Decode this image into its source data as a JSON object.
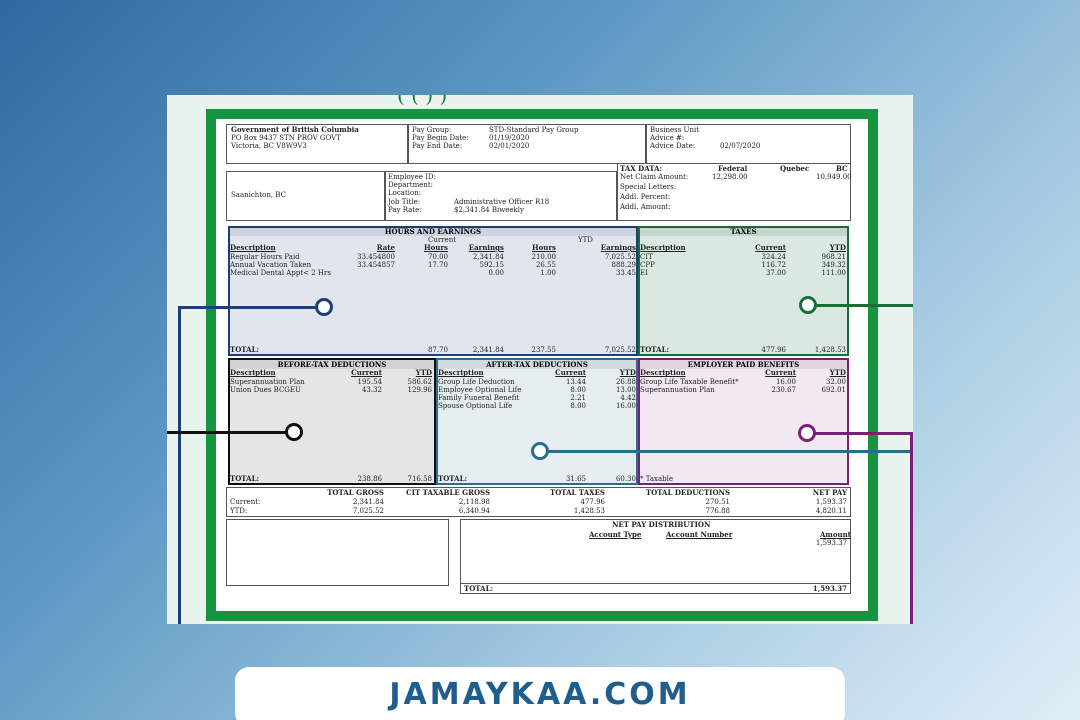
{
  "employer": {
    "name": "Government of British Columbia",
    "address1": "PO Box 9437 STN PROV GOVT",
    "address2": "Victoria, BC  V8W9V3"
  },
  "pay_info": {
    "pay_group_label": "Pay Group:",
    "pay_group": "STD-Standard Pay Group",
    "begin_label": "Pay Begin Date:",
    "begin": "01/19/2020",
    "end_label": "Pay End Date:",
    "end": "02/01/2020"
  },
  "business": {
    "unit_label": "Business Unit",
    "advice_no_label": "Advice #:",
    "advice_date_label": "Advice Date:",
    "advice_date": "02/07/2020"
  },
  "employee": {
    "city": "Saanichton, BC",
    "id_label": "Employee ID:",
    "dept_label": "Department:",
    "loc_label": "Location:",
    "job_label": "Job Title:",
    "job": "Administrative Officer R18",
    "rate_label": "Pay Rate:",
    "rate": "$2,341.84 Biweekly"
  },
  "tax_data": {
    "title": "TAX DATA:",
    "federal": "Federal",
    "quebec": "Quebec",
    "bc": "BC",
    "net_claim_label": "Net Claim Amount:",
    "net_claim_fed": "12,298.00",
    "net_claim_bc": "10,949.00",
    "special_label": "Special Letters:",
    "addl_pct_label": "Addl. Percent:",
    "addl_amt_label": "Addl. Amount:"
  },
  "hours": {
    "title": "HOURS AND EARNINGS",
    "current_label": "Current",
    "ytd_label": "YTD",
    "headers": [
      "Description",
      "Rate",
      "Hours",
      "Earnings",
      "Hours",
      "Earnings"
    ],
    "rows": [
      [
        "Regular Hours Paid",
        "33.454800",
        "70.00",
        "2,341.84",
        "210.00",
        "7,025.52"
      ],
      [
        "Annual Vacation Taken",
        "33.454857",
        "17.70",
        "592.15",
        "26.55",
        "888.29"
      ],
      [
        "Medical Dental Appt< 2 Hrs",
        "",
        "",
        "0.00",
        "1.00",
        "33.45"
      ]
    ],
    "total_label": "TOTAL:",
    "totals": [
      "87.70",
      "2,341.84",
      "237.55",
      "7,025.52"
    ]
  },
  "taxes": {
    "title": "TAXES",
    "headers": [
      "Description",
      "Current",
      "YTD"
    ],
    "rows": [
      [
        "CIT",
        "324.24",
        "968.21"
      ],
      [
        "CPP",
        "116.72",
        "349.32"
      ],
      [
        "EI",
        "37.00",
        "111.00"
      ]
    ],
    "total_label": "TOTAL:",
    "totals": [
      "477.96",
      "1,428.53"
    ]
  },
  "before_tax": {
    "title": "BEFORE-TAX DEDUCTIONS",
    "headers": [
      "Description",
      "Current",
      "YTD"
    ],
    "rows": [
      [
        "Superannuation Plan",
        "195.54",
        "586.62"
      ],
      [
        "Union Dues BCGEU",
        "43.32",
        "129.96"
      ]
    ],
    "total_label": "TOTAL:",
    "totals": [
      "238.86",
      "716.58"
    ]
  },
  "after_tax": {
    "title": "AFTER-TAX DEDUCTIONS",
    "headers": [
      "Description",
      "Current",
      "YTD"
    ],
    "rows": [
      [
        "Group Life Deduction",
        "13.44",
        "26.88"
      ],
      [
        "Employee Optional Life",
        "8.00",
        "13.00"
      ],
      [
        "Family Funeral Benefit",
        "2.21",
        "4.42"
      ],
      [
        "Spouse Optional Life",
        "8.00",
        "16.00"
      ]
    ],
    "total_label": "TOTAL:",
    "totals": [
      "31.65",
      "60.30"
    ]
  },
  "employer_paid": {
    "title": "EMPLOYER PAID BENEFITS",
    "headers": [
      "Description",
      "Current",
      "YTD"
    ],
    "rows": [
      [
        "Group Life Taxable Benefit*",
        "16.00",
        "32.00"
      ],
      [
        "Superannuation Plan",
        "230.67",
        "692.01"
      ]
    ],
    "footnote": "* Taxable"
  },
  "summary": {
    "headers": [
      "TOTAL GROSS",
      "CIT TAXABLE GROSS",
      "TOTAL TAXES",
      "TOTAL DEDUCTIONS",
      "NET PAY"
    ],
    "current_label": "Current:",
    "ytd_label": "YTD:",
    "current": [
      "2,341.84",
      "2,118.98",
      "477.96",
      "270.51",
      "1,593.37"
    ],
    "ytd": [
      "7,025.52",
      "6,340.94",
      "1,428.53",
      "776.88",
      "4,820.11"
    ]
  },
  "net_pay": {
    "title": "NET PAY DISTRIBUTION",
    "headers": [
      "Account Type",
      "Account Number",
      "Amount"
    ],
    "amount": "1,593.37",
    "total_label": "TOTAL:",
    "total": "1,593.37"
  },
  "paper_top_text": "( ( ) )",
  "footer": {
    "brand": "JAMAYKAA.COM"
  },
  "colors": {
    "navy": "#1b3f7c",
    "green": "#1a6e3a",
    "black": "#111111",
    "teal": "#2b6d8e",
    "purple": "#7a1f73",
    "frame": "#17943f"
  }
}
